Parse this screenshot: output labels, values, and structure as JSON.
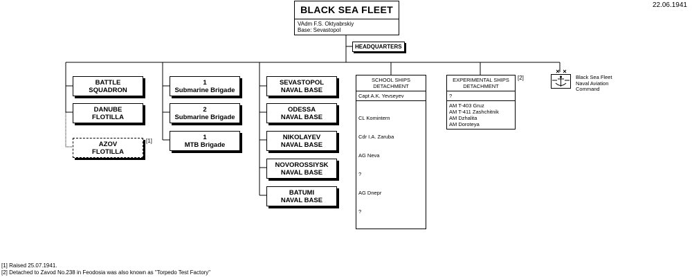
{
  "date": "22.06.1941",
  "fleet": {
    "title": "BLACK SEA FLEET",
    "commander": "VAdm  F.S. Oktyabrskiy",
    "base": "Base:  Sevastopol"
  },
  "headquarters_label": "HEADQUARTERS",
  "col1": {
    "battle_squadron": [
      "BATTLE",
      "SQUADRON"
    ],
    "danube_flotilla": [
      "DANUBE",
      "FLOTILLA"
    ],
    "azov_flotilla": [
      "AZOV",
      "FLOTILLA"
    ],
    "azov_note": "[1]"
  },
  "col2": {
    "sub_brigade_1": [
      "1",
      "Submarine Brigade"
    ],
    "sub_brigade_2": [
      "2",
      "Submarine Brigade"
    ],
    "mtb_brigade_1": [
      "1",
      "MTB Brigade"
    ]
  },
  "col3": {
    "sevastopol": [
      "SEVASTOPOL",
      "NAVAL BASE"
    ],
    "odessa": [
      "ODESSA",
      "NAVAL BASE"
    ],
    "nikolayev": [
      "NIKOLAYEV",
      "NAVAL BASE"
    ],
    "novorossiysk": [
      "NOVOROSSIYSK",
      "NAVAL BASE"
    ],
    "batumi": [
      "BATUMI",
      "NAVAL BASE"
    ]
  },
  "school": {
    "title": [
      "SCHOOL SHIPS",
      "DETACHMENT"
    ],
    "commander": "Capt  A.K. Yevseyev",
    "ships": [
      "CL  Komintern",
      "   Cdr  I.A. Zaruba",
      "AG  Neva",
      "   ?",
      "AG  Dnepr",
      "   ?"
    ]
  },
  "experimental": {
    "title": [
      "EXPERIMENTAL SHIPS",
      "DETACHMENT"
    ],
    "note": "[2]",
    "commander": "?",
    "ships": [
      "AM T-403  Gruz",
      "AM T-411  Zashchitnik",
      "AM  Dzhalita",
      "AM  Doroteya"
    ]
  },
  "aviation": {
    "lines": [
      "Black Sea Fleet",
      "Naval Aviation",
      "Command"
    ]
  },
  "footnotes": [
    "[1] Raised 25.07.1941.",
    "[2] Detached to Zavod No.238 in Feodosia was also known as \"Torpedo Test Factory\""
  ]
}
